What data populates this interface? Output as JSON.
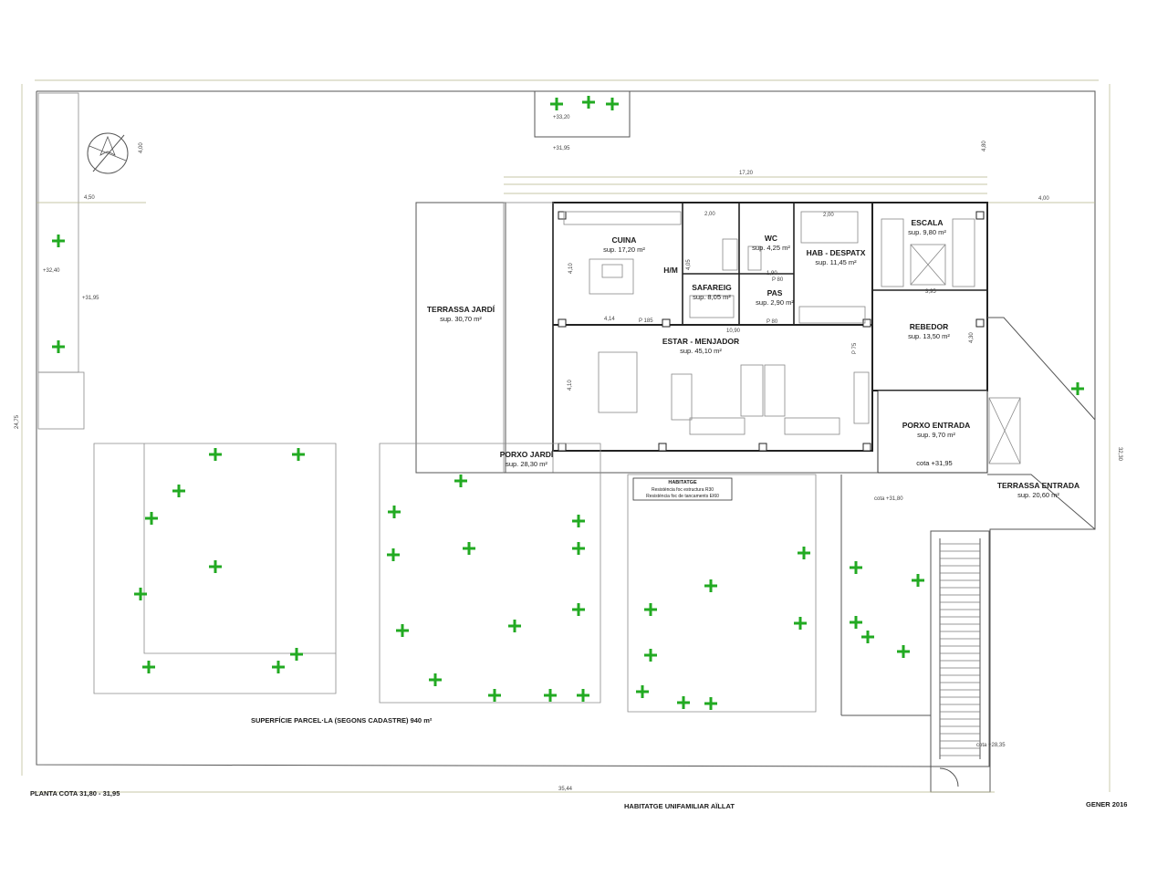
{
  "colors": {
    "vegetation": "#22aa22",
    "lines": "#333333",
    "dimension": "#b5b58a"
  },
  "rooms": {
    "cuina": {
      "name": "CUINA",
      "area": "sup. 17,20 m²"
    },
    "wc": {
      "name": "WC",
      "area": "sup. 4,25 m²"
    },
    "hab": {
      "name": "HAB - DESPATX",
      "area": "sup. 11,45 m²"
    },
    "escala": {
      "name": "ESCALA",
      "area": "sup. 9,80 m²"
    },
    "safareig": {
      "name": "SAFAREIG",
      "area": "sup. 8,05 m²"
    },
    "pas": {
      "name": "PAS",
      "area": "sup. 2,90 m²"
    },
    "hm": {
      "name": "H/M"
    },
    "terrassa_jardi": {
      "name": "TERRASSA JARDÍ",
      "area": "sup. 30,70 m²"
    },
    "estar": {
      "name": "ESTAR - MENJADOR",
      "area": "sup. 45,10 m²"
    },
    "rebedor": {
      "name": "REBEDOR",
      "area": "sup. 13,50 m²"
    },
    "porxo_entrada": {
      "name": "PORXO ENTRADA",
      "area": "sup. 9,70 m²",
      "cota": "cota +31,95"
    },
    "porxo_jardi": {
      "name": "PORXO JARDÍ",
      "area": "sup. 28,30 m²"
    },
    "terrassa_entrada": {
      "name": "TERRASSA ENTRADA",
      "area": "sup. 20,60 m²"
    }
  },
  "levels": {
    "l1": "+33,20",
    "l2": "+31,95",
    "l3": "+32,40",
    "l4": "+31,95",
    "l5": "cota +31,80",
    "l6": "cota +28,35"
  },
  "notes": {
    "habitatge": "HABITATGE",
    "line1": "Resistència foc estructura R30",
    "line2": "Resistència foc de tancaments EI60"
  },
  "dimensions": {
    "top_total": "17,20",
    "left_side": "24,75",
    "right_side": "32,30",
    "bottom": "35,44",
    "left_strip": "4,50",
    "left_strip_h": "4,00",
    "right_strip": "4,00",
    "right_strip_h": "4,80",
    "d1": "4,14",
    "d2": "10,90",
    "d3": "4,10",
    "d4": "4,10",
    "d5": "P 185",
    "d6": "2,00",
    "d7": "2,00",
    "d8": "3,95",
    "d9": "4,30",
    "d10": "1,90",
    "d11": "P 80",
    "d12": "P 80",
    "d13": "4,05",
    "d14": "P 75"
  },
  "labels": {
    "parcel": "SUPERFÍCIE PARCEL·LA (SEGONS CADASTRE) 940 m²",
    "planta": "PLANTA COTA 31,80 - 31,95",
    "project": "HABITATGE UNIFAMILIAR AÏLLAT",
    "date": "GENER 2016"
  }
}
